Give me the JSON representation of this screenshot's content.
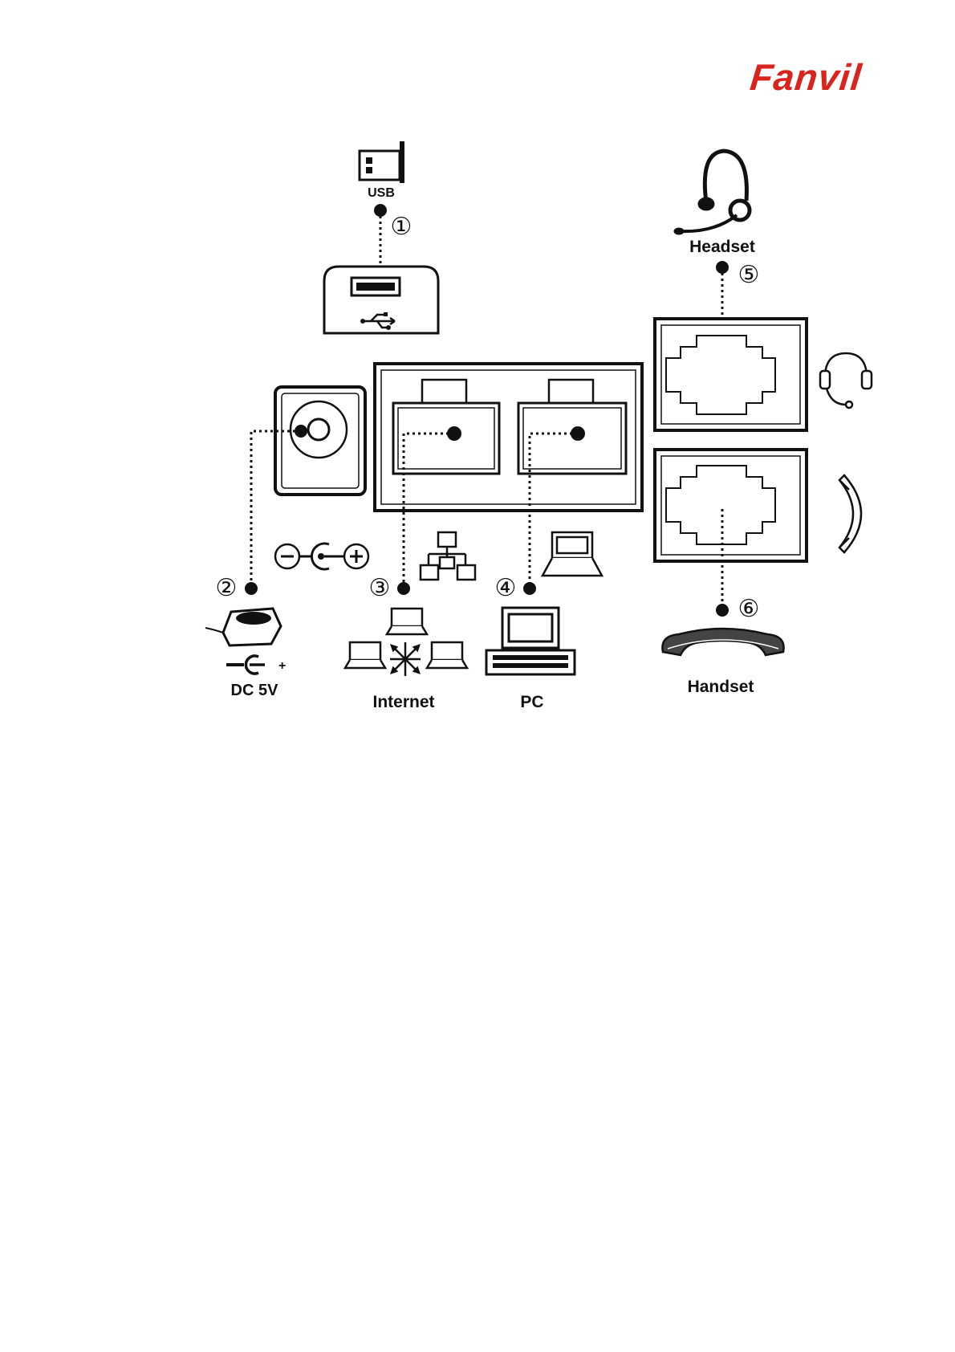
{
  "logo": {
    "text": "Fanvil",
    "color": "#d9231d"
  },
  "labels": {
    "usb": "USB",
    "headset": "Headset",
    "dc": "DC 5V",
    "dc_plus": "+",
    "internet": "Internet",
    "pc": "PC",
    "handset": "Handset"
  },
  "markers": [
    "①",
    "②",
    "③",
    "④",
    "⑤",
    "⑥"
  ],
  "icons": [
    "usb-stick-icon",
    "usb-port-icon",
    "power-jack-icon",
    "polarity-symbol-icon",
    "network-icon",
    "laptop-icon",
    "power-adapter-icon",
    "internet-icon",
    "pc-icon",
    "headset-icon",
    "handset-icon"
  ]
}
